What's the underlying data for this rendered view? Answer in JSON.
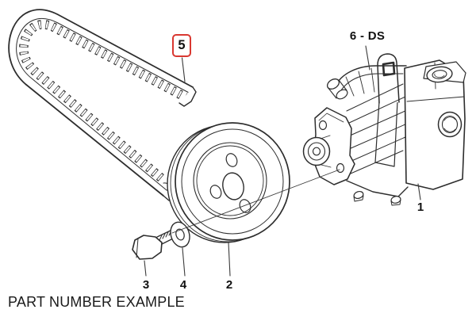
{
  "diagram": {
    "caption": "PART NUMBER EXAMPLE",
    "colors": {
      "highlight_red": "#d93831",
      "line": "#2d2d2d",
      "background": "#ffffff"
    },
    "part_labels": {
      "pump": "1",
      "pulley": "2",
      "bolt": "3",
      "washer": "4",
      "belt": "5",
      "variant": "6 - DS"
    }
  }
}
